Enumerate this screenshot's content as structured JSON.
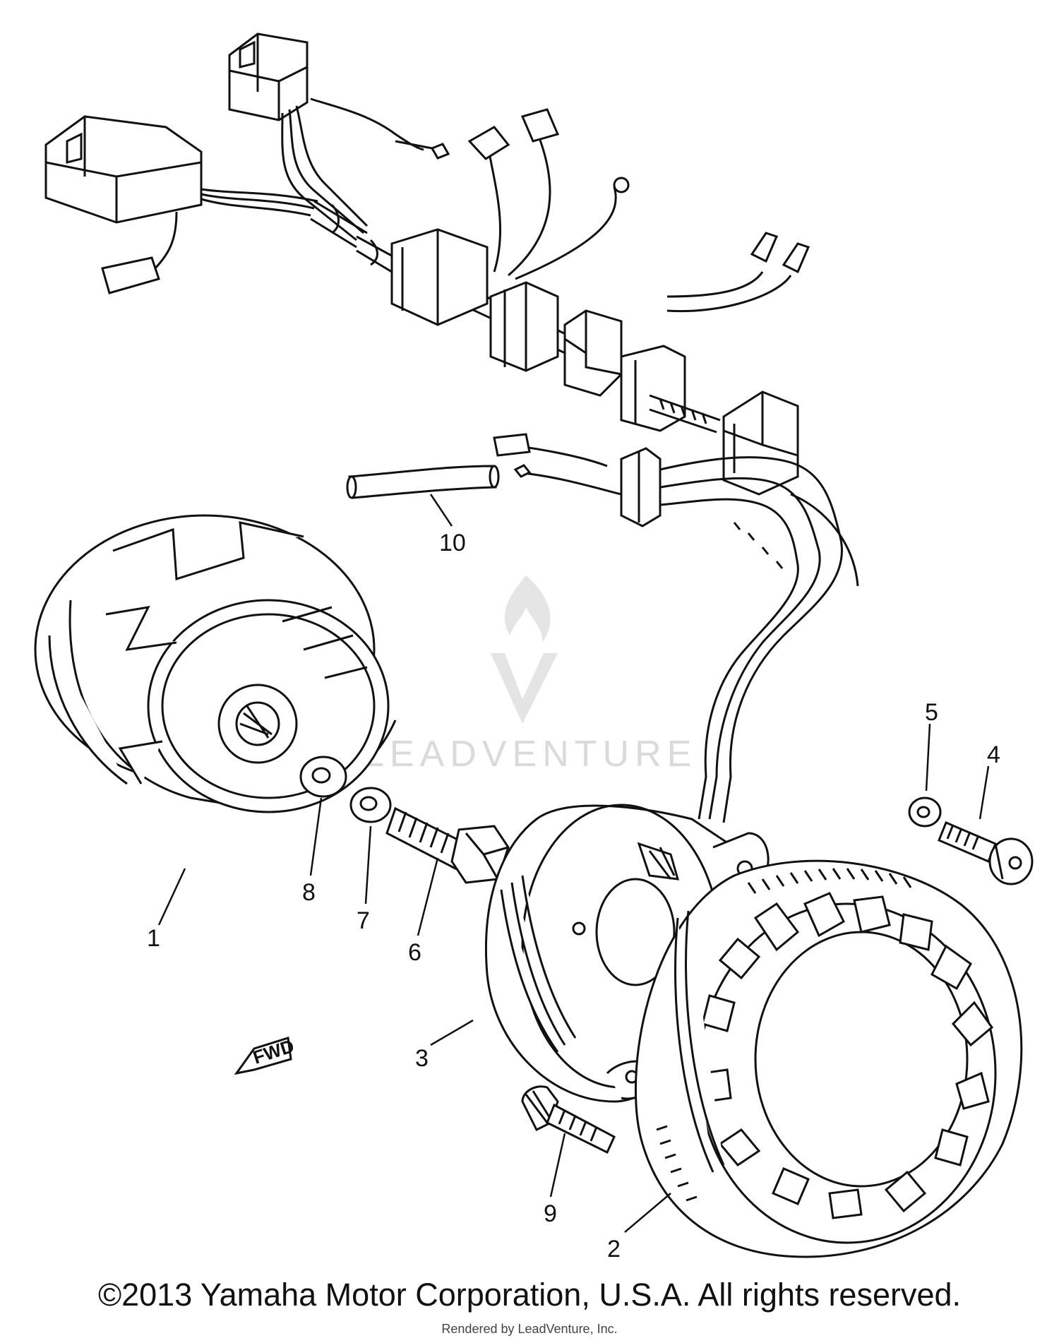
{
  "callouts": [
    {
      "id": "1",
      "label": "1"
    },
    {
      "id": "2",
      "label": "2"
    },
    {
      "id": "3",
      "label": "3"
    },
    {
      "id": "4",
      "label": "4"
    },
    {
      "id": "5",
      "label": "5"
    },
    {
      "id": "6",
      "label": "6"
    },
    {
      "id": "7",
      "label": "7"
    },
    {
      "id": "8",
      "label": "8"
    },
    {
      "id": "9",
      "label": "9"
    },
    {
      "id": "10",
      "label": "10"
    }
  ],
  "fwd_label": "FWD",
  "watermark": {
    "text": "LEADVENTURE"
  },
  "footer": {
    "copyright": "©2013 Yamaha Motor Corporation, U.S.A. All rights reserved.",
    "rendered_by": "Rendered by LeadVenture, Inc."
  }
}
